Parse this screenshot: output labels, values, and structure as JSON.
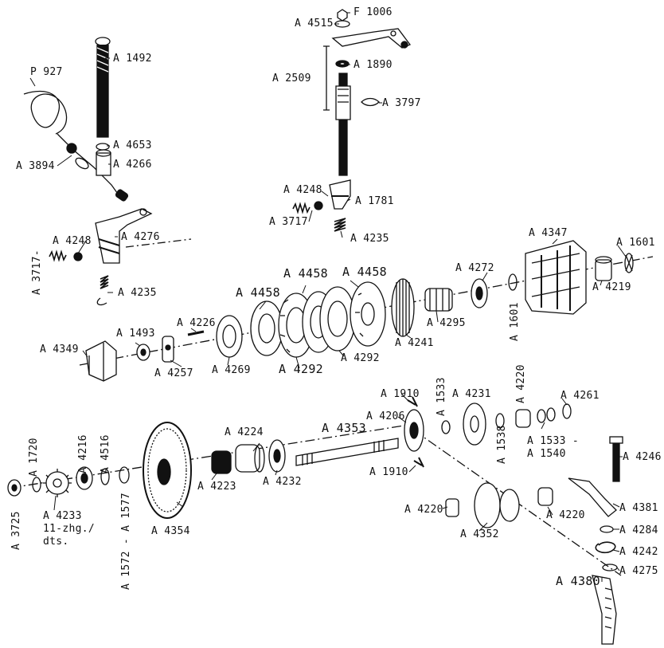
{
  "diagram": {
    "labels": {
      "p927": "P 927",
      "a1492": "A 1492",
      "a4653": "A 4653",
      "a3894": "A 3894",
      "a4266": "A 4266",
      "a4248_left": "A 4248",
      "a4276": "A 4276",
      "a3717_left": "A 3717-",
      "a4235_left": "A 4235",
      "a4515": "A 4515",
      "f1006": "F 1006",
      "a1890": "A 1890",
      "a2509": "A 2509",
      "a3797": "A 3797",
      "a4248_mid": "A 4248",
      "a1781": "A 1781",
      "a3717_mid": "A 3717",
      "a4235_mid": "A 4235",
      "a4347": "A 4347",
      "a1601_top": "A 1601",
      "a4458_1": "A 4458",
      "a4458_2": "A 4458",
      "a4458_3": "A 4458",
      "a4272": "A 4272",
      "a4219": "A 4219",
      "a1493": "A 1493",
      "a4226": "A 4226",
      "a4349": "A 4349",
      "a4257": "A 4257",
      "a4269": "A 4269",
      "a4292_1": "A 4292",
      "a4292_2": "A 4292",
      "a4241": "A 4241",
      "a4295": "A 4295",
      "a1601_vert": "A 1601",
      "a1910_top": "A 1910",
      "a1533_vert": "A 1533",
      "a4231": "A 4231",
      "a4220_vert": "A 4220",
      "a4261": "A 4261",
      "a4206": "A 4206",
      "a4353": "A 4353",
      "a4224": "A 4224",
      "a1538": "A 1538",
      "a1533_1540": "A 1533 -\nA 1540",
      "a1910_bot": "A 1910",
      "a4246": "A 4246",
      "a1720": "A 1720",
      "a4216": "A 4216",
      "a4516": "A 4516",
      "a3725": "A 3725",
      "a4233": "A 4233\n11-zhg./\ndts.",
      "a1572_1577": "A 1572 - A 1577",
      "a4354": "A 4354",
      "a4223": "A 4223",
      "a4232": "A 4232",
      "a4220_left": "A 4220",
      "a4352": "A 4352",
      "a4220_right": "A 4220",
      "a4381": "A 4381",
      "a4284": "A 4284",
      "a4242": "A 4242",
      "a4275": "A 4275",
      "a4380": "A 4380"
    }
  }
}
